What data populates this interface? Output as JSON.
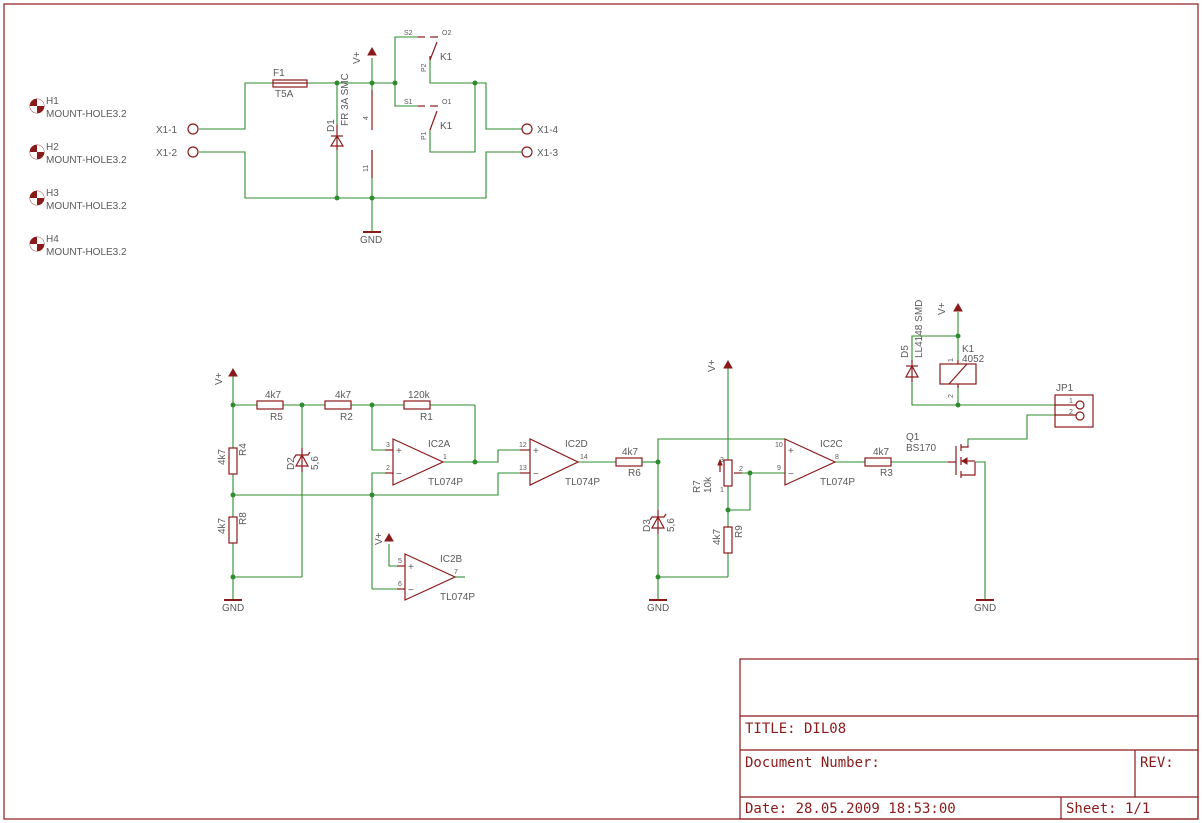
{
  "mounting_holes": [
    {
      "name": "H1",
      "value": "MOUNT-HOLE3.2"
    },
    {
      "name": "H2",
      "value": "MOUNT-HOLE3.2"
    },
    {
      "name": "H3",
      "value": "MOUNT-HOLE3.2"
    },
    {
      "name": "H4",
      "value": "MOUNT-HOLE3.2"
    }
  ],
  "power": {
    "supply": {
      "x1_1": "X1-1",
      "x1_2": "X1-2",
      "x1_3": "X1-3",
      "x1_4": "X1-4",
      "fuse_name": "F1",
      "fuse_value": "T5A",
      "diode_name": "D1",
      "diode_value": "FR 3A SMC",
      "vplus": "V+",
      "gnd": "GND",
      "pin4": "4",
      "pin11": "11"
    },
    "relay_contacts": {
      "s2": "S2",
      "o2": "O2",
      "p2": "P2",
      "k1_top": "K1",
      "s1": "S1",
      "o1": "O1",
      "p1": "P1",
      "k1_bottom": "K1"
    }
  },
  "stage1": {
    "vplus": "V+",
    "gnd": "GND",
    "r5_value": "4k7",
    "r5_name": "R5",
    "r2_value": "4k7",
    "r2_name": "R2",
    "r1_value": "120k",
    "r1_name": "R1",
    "r4_value": "4k7",
    "r4_name": "R4",
    "r8_value": "4k7",
    "r8_name": "R8",
    "d2_name": "D2",
    "d2_value": "5,6",
    "ic2a_name": "IC2A",
    "ic2a_value": "TL074P",
    "ic2a_pin3": "3",
    "ic2a_pin2": "2",
    "ic2a_pin1": "1",
    "ic2b_name": "IC2B",
    "ic2b_value": "TL074P",
    "ic2b_vplus": "V+",
    "ic2b_pin5": "5",
    "ic2b_pin6": "6",
    "ic2b_pin7": "7",
    "ic2d_name": "IC2D",
    "ic2d_value": "TL074P",
    "ic2d_pin12": "12",
    "ic2d_pin13": "13",
    "ic2d_pin14": "14",
    "r6_value": "4k7",
    "r6_name": "R6",
    "plus": "+",
    "minus": "−"
  },
  "stage2": {
    "vplus": "V+",
    "gnd": "GND",
    "d3_name": "D3",
    "d3_value": "5,6",
    "r7_name": "R7",
    "r7_value": "10k",
    "r7_pin1": "1",
    "r7_pin2": "2",
    "r7_pin3": "3",
    "r9_value": "4k7",
    "r9_name": "R9",
    "ic2c_name": "IC2C",
    "ic2c_value": "TL074P",
    "ic2c_pin10": "10",
    "ic2c_pin9": "9",
    "ic2c_pin8": "8",
    "r3_value": "4k7",
    "r3_name": "R3"
  },
  "output": {
    "vplus": "V+",
    "gnd": "GND",
    "d5_name": "D5",
    "d5_value": "LL4148 SMD",
    "k1_name": "K1",
    "k1_value": "4052",
    "k1_pin1": "1",
    "k1_pin2": "2",
    "jp1_name": "JP1",
    "jp1_pin1": "1",
    "jp1_pin2": "2",
    "q1_name": "Q1",
    "q1_value": "BS170"
  },
  "title_block": {
    "title": "TITLE:  DIL08",
    "document_number": "Document Number:",
    "rev": "REV:",
    "date": "Date: 28.05.2009 18:53:00",
    "sheet": "Sheet: 1/1"
  }
}
